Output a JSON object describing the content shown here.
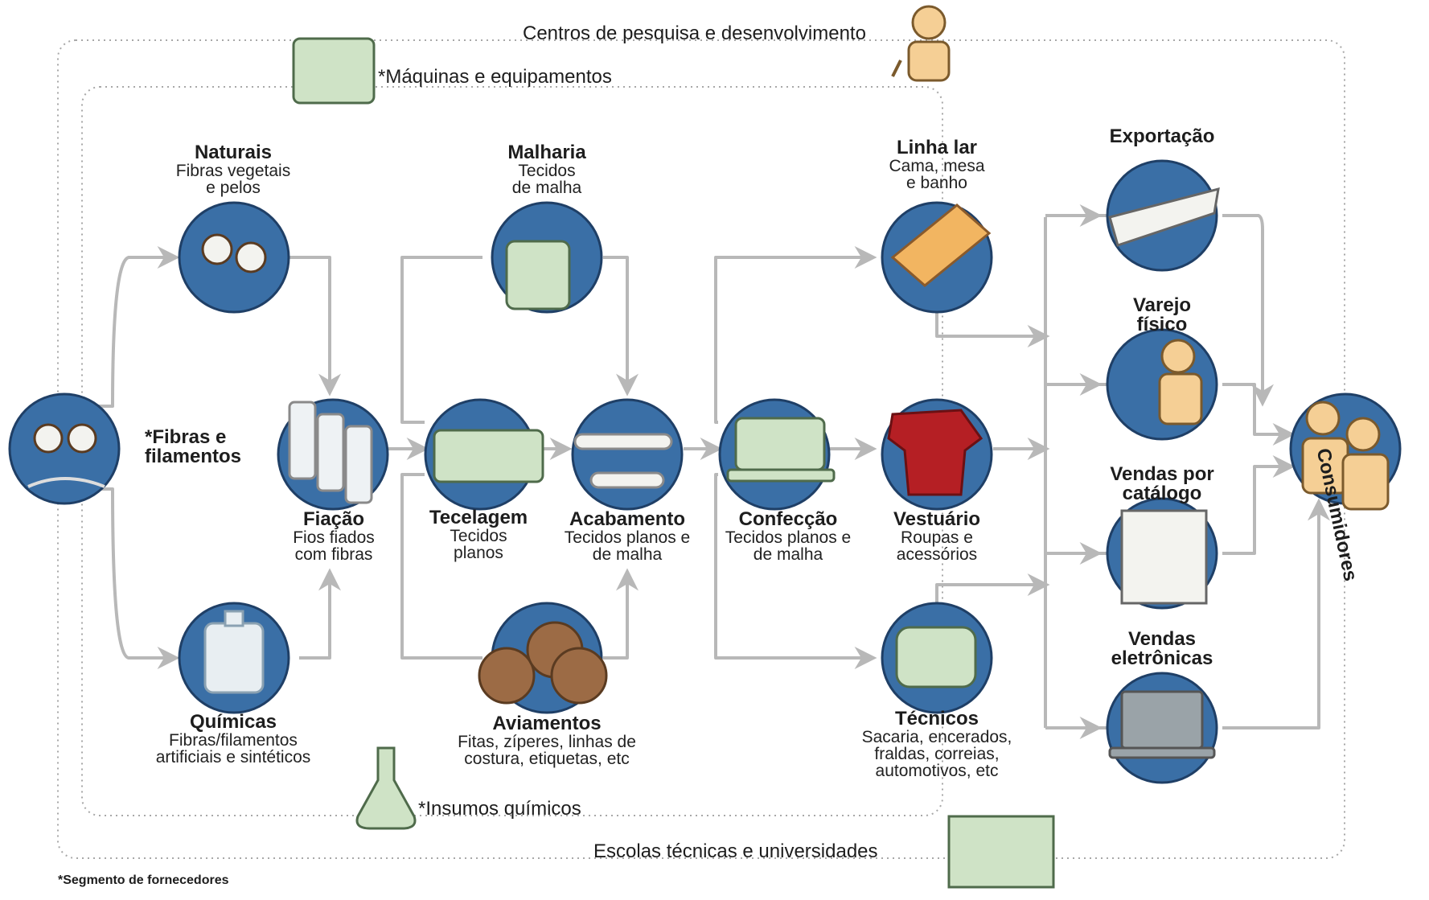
{
  "research": "Centros de pesquisa e desenvolvimento",
  "machines": "*Máquinas e equipamentos",
  "chemicals_input": "*Insumos químicos",
  "schools": "Escolas técnicas e universidades",
  "footnote": "*Segmento de fornecedores",
  "fibers": "*Fibras e filamentos",
  "naturais": {
    "title": "Naturais",
    "sub1": "Fibras vegetais",
    "sub2": "e pelos"
  },
  "quimicas": {
    "title": "Químicas",
    "sub1": "Fibras/filamentos",
    "sub2": "artificiais e sintéticos"
  },
  "fiacao": {
    "title": "Fiação",
    "sub1": "Fios fiados",
    "sub2": "com fibras"
  },
  "malharia": {
    "title": "Malharia",
    "sub1": "Tecidos",
    "sub2": "de malha"
  },
  "tecelagem": {
    "title": "Tecelagem",
    "sub1": "Tecidos",
    "sub2": "planos"
  },
  "aviamentos": {
    "title": "Aviamentos",
    "sub1": "Fitas, zíperes, linhas de",
    "sub2": "costura, etiquetas, etc"
  },
  "acabamento": {
    "title": "Acabamento",
    "sub1": "Tecidos planos e",
    "sub2": "de malha"
  },
  "confeccao": {
    "title": "Confecção",
    "sub1": "Tecidos planos e",
    "sub2": "de malha"
  },
  "linha_lar": {
    "title": "Linha lar",
    "sub1": "Cama, mesa",
    "sub2": "e banho"
  },
  "vestuario": {
    "title": "Vestuário",
    "sub1": "Roupas e",
    "sub2": "acessórios"
  },
  "tecnicos": {
    "title": "Técnicos",
    "sub1": "Sacaria, encerados,",
    "sub2": "fraldas, correias,",
    "sub3": "automotivos, etc"
  },
  "exportacao": {
    "title": "Exportação"
  },
  "varejo": {
    "title1": "Varejo",
    "title2": "físico"
  },
  "catalogo": {
    "title1": "Vendas por",
    "title2": "catálogo"
  },
  "eletronicas": {
    "title1": "Vendas",
    "title2": "eletrônicas"
  },
  "consumidores": "Consumidores",
  "colors": {
    "circle": "#3a6fa6",
    "circle_edge": "#1f3f66",
    "arrow": "#b8b8b8",
    "dotted": "#a8a8a8",
    "green": "#cfe3c6",
    "skin": "#f5cf95",
    "red": "#b51f24"
  }
}
